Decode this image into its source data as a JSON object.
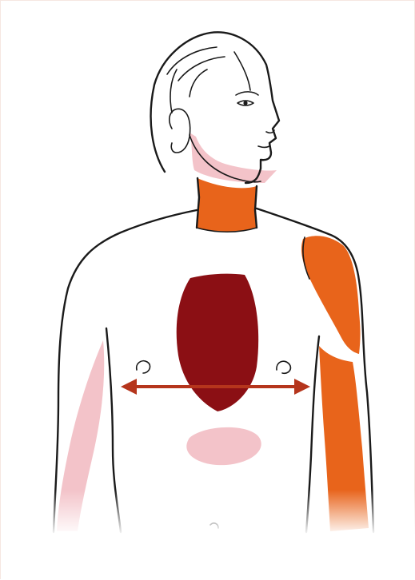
{
  "figure": {
    "colors": {
      "background": "#ffffff",
      "outline": "#1a1a1a",
      "skin": "#ffffff",
      "dark_red": "#8b0f14",
      "orange": "#e8641b",
      "light_pink": "#f3c3c9",
      "arrow": "#b5351c"
    },
    "regions": [
      {
        "name": "jaw",
        "color": "light_pink"
      },
      {
        "name": "neck",
        "color": "orange"
      },
      {
        "name": "chest-center",
        "color": "dark_red"
      },
      {
        "name": "left-arm",
        "color": "orange"
      },
      {
        "name": "right-arm",
        "color": "light_pink"
      },
      {
        "name": "upper-abdomen",
        "color": "light_pink"
      }
    ],
    "arrow": {
      "direction": "double-headed",
      "orientation": "horizontal"
    }
  }
}
